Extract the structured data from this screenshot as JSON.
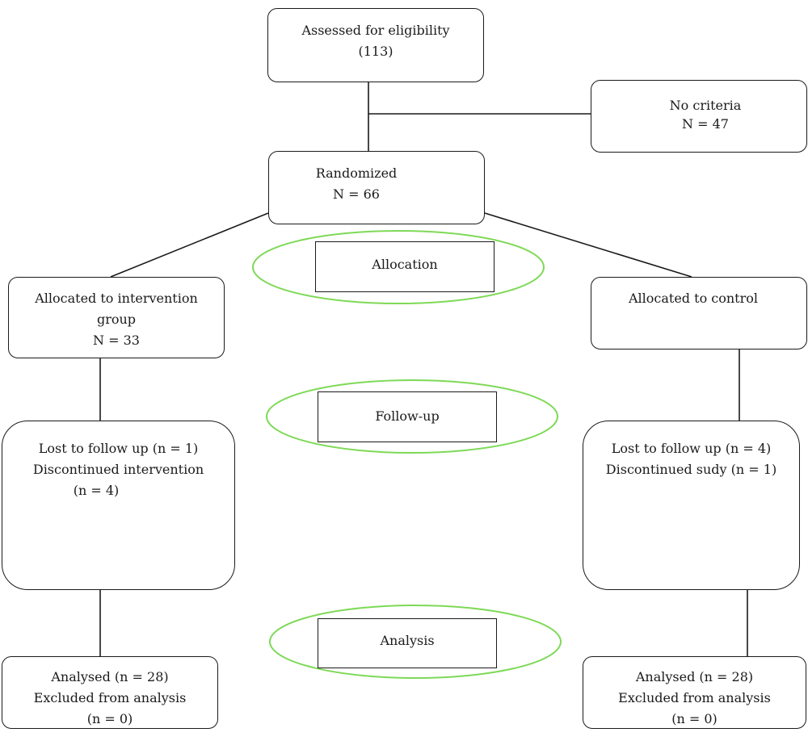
{
  "colors": {
    "stroke": "#1a1a1a",
    "ellipse": "#7ed957"
  },
  "eligibility": {
    "line1": "Assessed for eligibility",
    "line2": "(113)"
  },
  "excluded": {
    "line1": "No criteria",
    "line2": "N = 47"
  },
  "randomized": {
    "line1": "Randomized",
    "line2": "N = 66"
  },
  "stages": {
    "allocation": "Allocation",
    "follow_up": "Follow-up",
    "analysis": "Analysis"
  },
  "intervention": {
    "allocated": {
      "line1": "Allocated to intervention",
      "line2": "group",
      "line3": "N = 33"
    },
    "follow_up": {
      "line1": "Lost to follow up (n = 1)",
      "line2": "Discontinued intervention",
      "line3": "(n = 4)"
    },
    "analysis": {
      "line1": "Analysed (n = 28)",
      "line2": "Excluded from analysis",
      "line3": "(n = 0)"
    }
  },
  "control": {
    "allocated": {
      "line1": "Allocated to  control"
    },
    "follow_up": {
      "line1": "Lost to follow up (n = 4)",
      "line2": "Discontinued sudy (n = 1)"
    },
    "analysis": {
      "line1": "Analysed (n = 28)",
      "line2": "Excluded from analysis",
      "line3": "(n = 0)"
    }
  }
}
